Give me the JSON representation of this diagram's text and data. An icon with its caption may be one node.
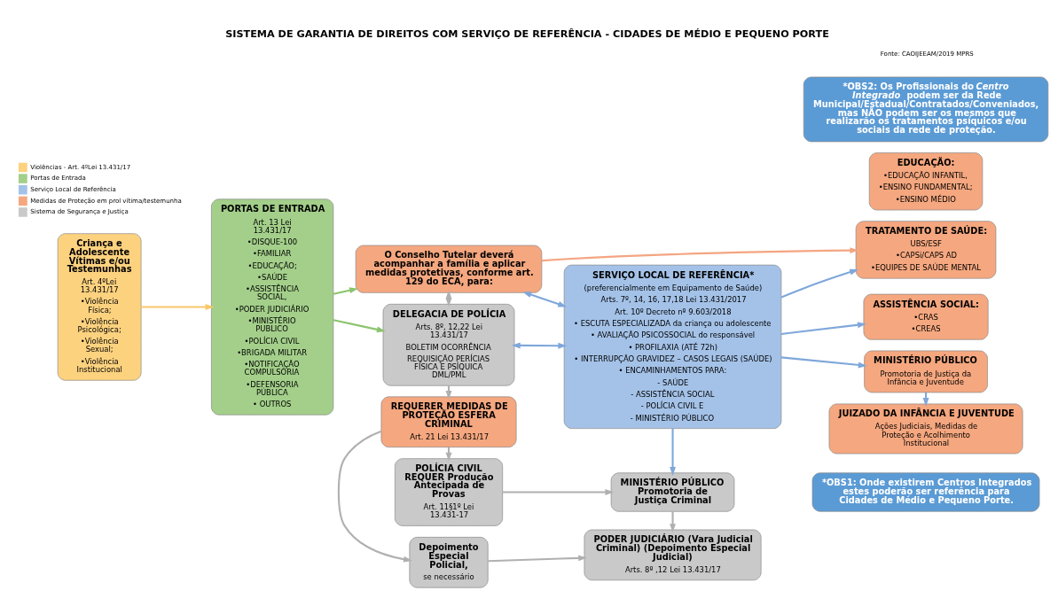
{
  "diagram": {
    "title": "SISTEMA DE GARANTIA DE DIREITOS COM SERVIÇO DE REFERÊNCIA - CIDADES DE MÉDIO E PEQUENO PORTE",
    "nodes": [
      {
        "text": [
          "Criança e Adolescente Vítimas e/ou Testemunhas",
          "Art. 4ºLei 13.431/17",
          "•Violência Física;",
          "•Violência Psicológica;",
          "•Violência Sexual;",
          "•Violência Institucional"
        ]
      },
      {
        "text": [
          "PORTAS DE ENTRADA",
          "Art. 13 Lei 13.431/17",
          "•DISQUE-100",
          "•FAMILIAR",
          "•EDUCAÇÃO;",
          "•SAÚDE",
          "•ASSISTÊNCIA SOCIAL,",
          "•PODER JUDICIÁRIO",
          "•MINISTÉRIO PUBLICO",
          "•POLÍCIA CIVIL",
          "•BRIGADA MILITAR",
          "•NOTIFICAÇÃO COMPULSÓRIA",
          "•DEFENSORIA PÚBLICA",
          "• OUTROS"
        ]
      },
      {
        "text": [
          "O Conselho Tutelar deverá acompanhar a família e aplicar medidas protetivas, conforme art. 129 do ECA, para:"
        ]
      },
      {
        "text": [
          "DELEGACIA DE POLÍCIA",
          "Arts. 8º, 12,22 Lei 13.431/17",
          "BOLETIM OCORRÊNCIA",
          "REQUISIÇÃO PERÍCIAS FÍSICA E PSÍQUICA DML/PML"
        ]
      },
      {
        "text": [
          "SERVIÇO LOCAL DE REFERÊNCIA*",
          "(preferencialmente em Equipamento de Saúde)",
          "Arts. 7º, 14, 16, 17,18 Lei 13.431/2017",
          "Art. 10º Decreto nº 9.603/2018",
          "• ESCUTA ESPECIALIZADA da criança ou adolescente",
          "• AVALIAÇÃO PSICOSSOCIAL do responsável",
          "• PROFILAXIA (ATÉ 72h)",
          "• INTERRUPÇÃO GRAVIDEZ – CASOS LEGAIS (SAÚDE)",
          "• ENCAMINHAMENTOS PARA:",
          "- SAÚDE",
          "- ASSISTÊNCIA SOCIAL",
          "- POLÍCIA CIVIL E",
          "- MINISTÉRIO PÚBLICO"
        ]
      },
      {
        "text": [
          "REQUERER MEDIDAS DE PROTEÇÃO ESFERA CRIMINAL",
          "Art. 21 Lei 13.431/17"
        ]
      },
      {
        "text": [
          "TRATAMENTO DE SAÚDE:",
          "UBS/ESF",
          "•CAPSi/CAPS AD",
          "•EQUIPES DE SAÚDE MENTAL"
        ]
      },
      {
        "text": [
          "ASSISTÊNCIA SOCIAL:",
          "•CRAS",
          "•CREAS"
        ]
      },
      {
        "text": [
          "EDUCAÇÃO:",
          "•EDUCAÇÃO INFANTIL,",
          "•ENSINO FUNDAMENTAL;",
          "•ENSINO MÉDIO"
        ]
      },
      {
        "text": [
          "MINISTÉRIO PÚBLICO",
          "Promotoria de Justiça da Infância e Juventude"
        ]
      },
      {
        "text": [
          "JUIZADO DA INFÂNCIA E JUVENTUDE",
          "Ações Judiciais, Medidas de Proteção e Acolhimento Institucional"
        ]
      },
      {
        "text": [
          "Depoimento Especial Policial,",
          "se necessário"
        ]
      },
      {
        "text": [
          "POLÍCIA CIVIL REQUER Produção Antecipada de Provas",
          "Art. 11§1º Lei 13.431-17"
        ]
      },
      {
        "text": [
          "MINISTÉRIO PÚBLICO Promotoria de Justiça Criminal"
        ]
      },
      {
        "text": [
          "PODER JUDICIÁRIO (Vara Judicial Criminal) (Depoimento Especial Judicial)",
          "Arts. 8º ,12 Lei 13.431/17"
        ]
      },
      {
        "text": [
          "*OBS1: Onde existirem Centros Integrados estes poderão ser referência para Cidades de Médio e Pequeno Porte."
        ]
      },
      {
        "text": [
          "*OBS2: Os Profissionais do *Centro Integrado* podem ser da Rede Municipal/Estadual/Contratados/Conveniados, mas NÃO podem ser os mesmos que realizarão os tratamentos psíquicos e/ou sociais da rede de proteção."
        ]
      }
    ],
    "edges": [
      {
        "from": 0,
        "to": 1,
        "arrow": "to",
        "color": "#f9c86a"
      },
      {
        "from": 1,
        "to": 2,
        "arrow": "to",
        "color": "#8cc46e"
      },
      {
        "from": 1,
        "to": 3,
        "arrow": "to",
        "color": "#8cc46e"
      },
      {
        "from": 2,
        "to": 3,
        "arrow": "both"
      },
      {
        "from": 2,
        "to": 4,
        "arrow": "both",
        "color": "#7fa7da"
      },
      {
        "from": 3,
        "to": 4,
        "arrow": "both",
        "color": "#7fa7da"
      },
      {
        "from": 3,
        "to": 5,
        "arrow": "to"
      },
      {
        "from": 2,
        "to": 6,
        "arrow": "to",
        "color": "#f4a582"
      },
      {
        "from": 4,
        "to": 6,
        "arrow": "to",
        "color": "#7fa7da"
      },
      {
        "from": 4,
        "to": 7,
        "arrow": "to",
        "color": "#7fa7da"
      },
      {
        "from": 4,
        "to": 9,
        "arrow": "to",
        "color": "#7fa7da"
      },
      {
        "from": 9,
        "to": 10,
        "arrow": "to",
        "color": "#7fa7da"
      },
      {
        "from": 5,
        "to": 11,
        "arrow": "to"
      },
      {
        "from": 5,
        "to": 12,
        "arrow": "to"
      },
      {
        "from": 4,
        "to": 13,
        "arrow": "to",
        "color": "#7fa7da"
      },
      {
        "from": 12,
        "to": 13,
        "arrow": "to"
      },
      {
        "from": 11,
        "to": 14,
        "arrow": "to"
      },
      {
        "from": 13,
        "to": 14,
        "arrow": "to"
      }
    ],
    "labels": [
      "Fonte: CAOIJEEAM/2019 MPRS"
    ],
    "legend": [
      {
        "text": "Violências - Art. 4ºLei 13.431/17",
        "color": "#fdd27f"
      },
      {
        "text": "Portas de Entrada",
        "color": "#a3cf8a"
      },
      {
        "text": "Serviço Local de Referência",
        "color": "#a4c2e8"
      },
      {
        "text": "Medidas de Proteção em prol vítima/testemunha",
        "color": "#f5a77f"
      },
      {
        "text": "Sistema de Segurança e Justiça",
        "color": "#c9c9c9"
      }
    ]
  }
}
